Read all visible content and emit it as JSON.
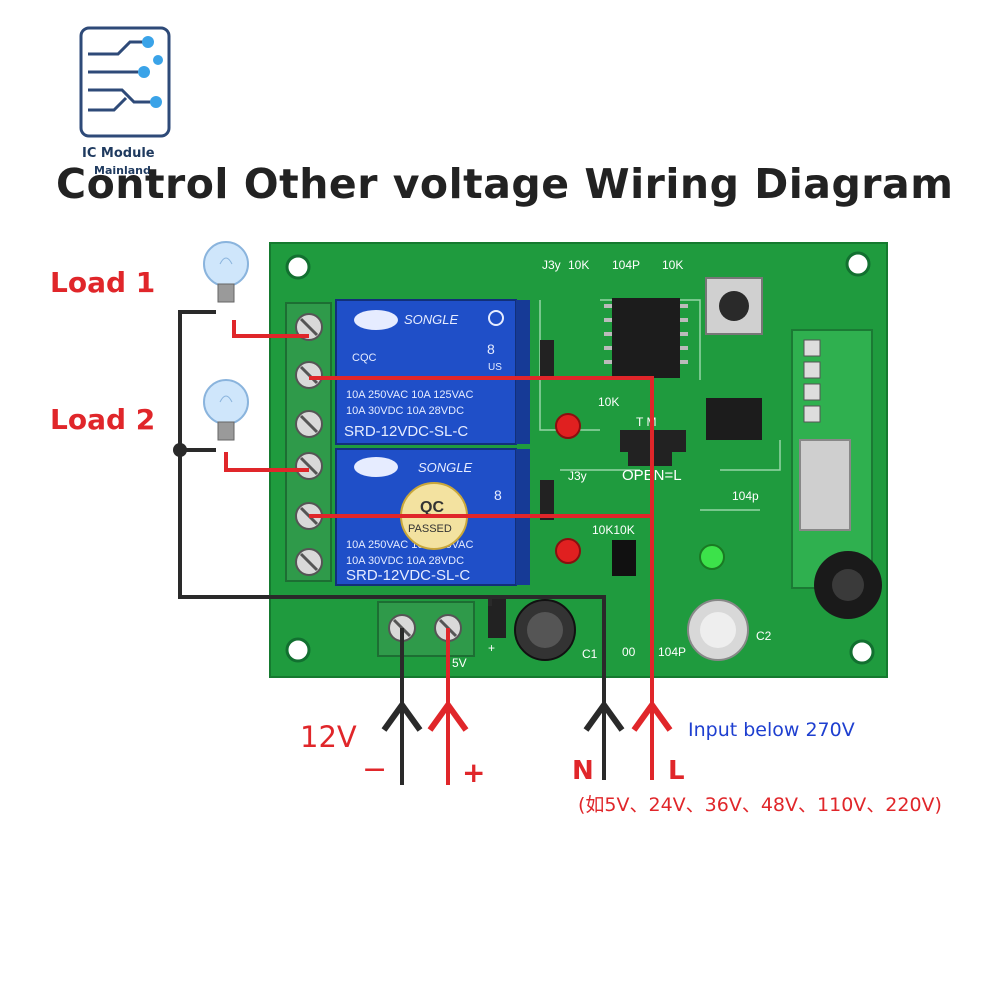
{
  "logo": {
    "line1": "IC Module",
    "line2": "Mainland",
    "icon": "circuit-board-icon"
  },
  "title": "Control Other voltage Wiring Diagram",
  "loads": {
    "load1": "Load 1",
    "load2": "Load 2",
    "icon": "light-bulb-icon"
  },
  "power": {
    "voltage": "12V",
    "minus": "−",
    "plus": "+"
  },
  "mains": {
    "n": "N",
    "l": "L",
    "note": "Input below 270V",
    "voltages": "(如5V、24V、36V、48V、110V、220V)"
  },
  "board": {
    "relay_brand": "SONGLE",
    "relay_model": "SRD-12VDC-SL-C",
    "relay_spec1": "10A 250VAC  10A 125VAC",
    "relay_spec2": "10A 30VDC  10A 28VDC",
    "relay_cert": "CQC",
    "relay_us": "US",
    "relay_num": "8",
    "sticker1": "QC",
    "sticker2": "PASSED",
    "mark_j3y_top": "J3y",
    "mark_10k_a": "10K",
    "mark_104p_top": "104P",
    "mark_10k_b": "10K",
    "mark_10k_mid": "10K",
    "mark_tm": "T  M",
    "mark_open": "OPEN=L",
    "mark_j3y_mid": "J3y",
    "mark_104p_right": "104p",
    "mark_10k_bottom": "10K10K",
    "mark_c1": "C1",
    "mark_c2": "C2",
    "mark_104p_bottom": "104P",
    "mark_00": "00",
    "mark_5v": "5V",
    "mark_plus": "+"
  },
  "colors": {
    "wire_red": "#e0262a",
    "wire_black": "#2a2a2a",
    "pcb_green": "#1f9b3e",
    "relay_blue": "#1f4fc8",
    "terminal_green": "#2f9a4a",
    "note_blue": "#1e3fd0"
  }
}
